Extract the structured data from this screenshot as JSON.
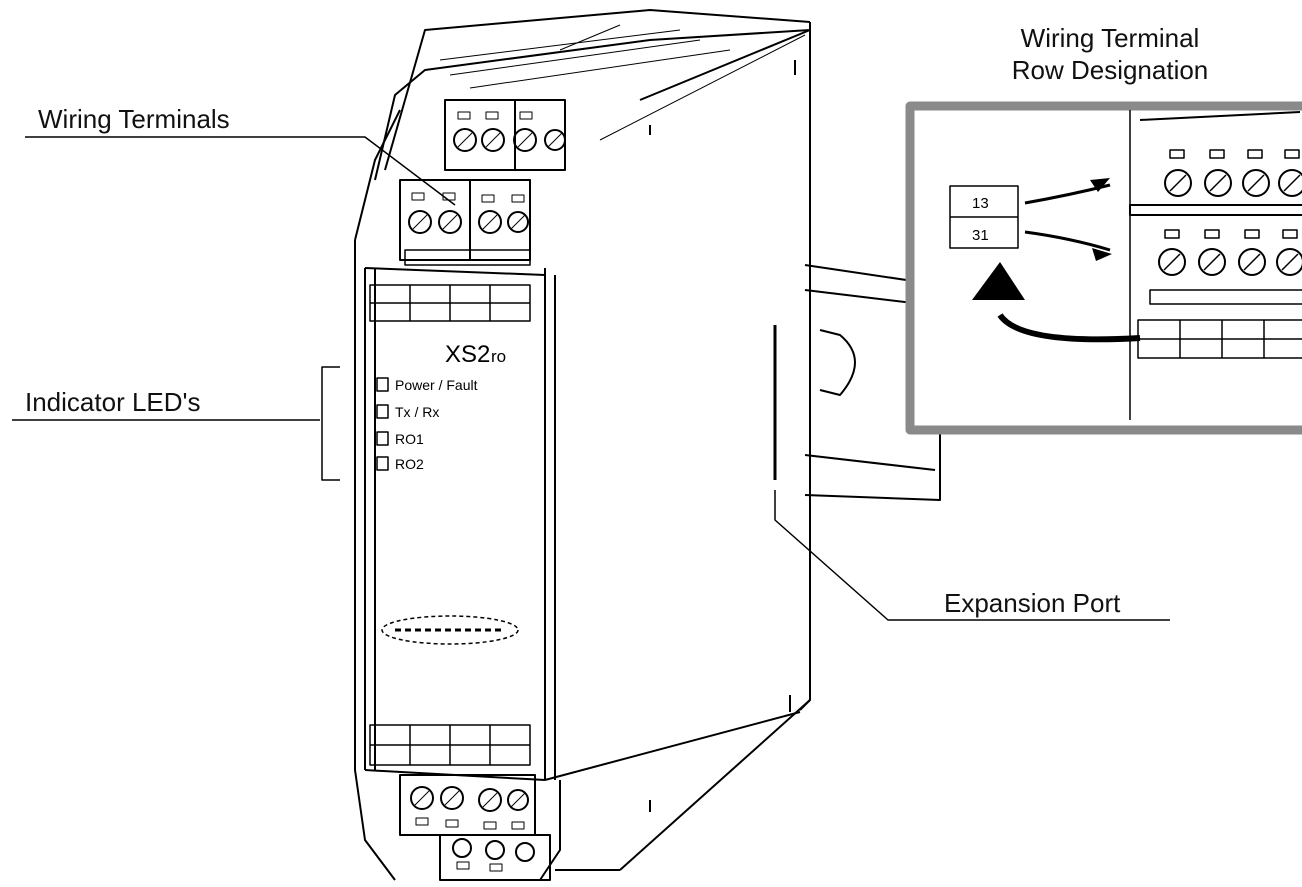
{
  "callouts": {
    "wiring_terminals": "Wiring Terminals",
    "indicator_leds": "Indicator LED's",
    "expansion_port": "Expansion Port",
    "row_designation_line1": "Wiring Terminal",
    "row_designation_line2": "Row Designation"
  },
  "device": {
    "model_main": "XS2",
    "model_sub": "ro",
    "leds": [
      "Power / Fault",
      "Tx / Rx",
      "RO1",
      "RO2"
    ]
  },
  "inset": {
    "row_labels": [
      "13",
      "31"
    ]
  },
  "colors": {
    "line": "#000000",
    "inset_border": "#8a8a8a",
    "background": "#ffffff"
  }
}
